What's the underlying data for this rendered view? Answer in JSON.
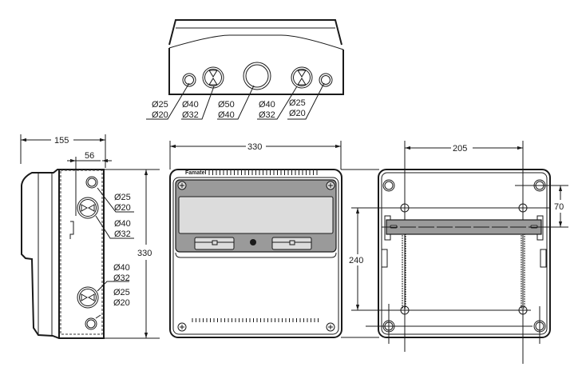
{
  "brand": "Famatel",
  "top_view": {
    "labels": [
      {
        "id": "left-small",
        "outer": "Ø25",
        "inner": "Ø20"
      },
      {
        "id": "left-knock",
        "outer": "Ø40",
        "inner": "Ø32"
      },
      {
        "id": "center",
        "outer": "Ø50",
        "inner": "Ø40"
      },
      {
        "id": "right-knock",
        "outer": "Ø40",
        "inner": "Ø32"
      },
      {
        "id": "right-small",
        "outer": "Ø25",
        "inner": "Ø20"
      }
    ]
  },
  "side_view": {
    "depth": "155",
    "inner_depth": "56",
    "height": "330",
    "labels": [
      {
        "outer": "Ø25",
        "inner": "Ø20"
      },
      {
        "outer": "Ø40",
        "inner": "Ø32"
      },
      {
        "outer": "Ø40",
        "inner": "Ø32"
      },
      {
        "outer": "Ø25",
        "inner": "Ø20"
      }
    ]
  },
  "front_view": {
    "width": "330"
  },
  "back_view": {
    "hole_spacing_h": "205",
    "hole_spacing_v": "240",
    "rail_offset": "70"
  }
}
